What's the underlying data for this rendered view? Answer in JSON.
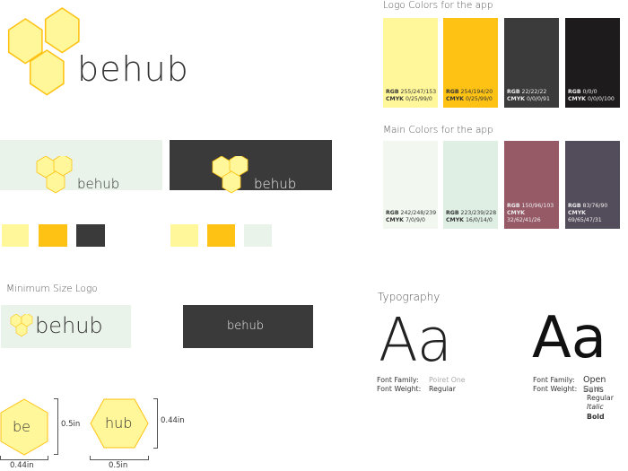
{
  "main_logo": {
    "word": "behub"
  },
  "logo_colors": {
    "title": "Logo Colors for the app",
    "swatches": [
      {
        "hex": "#FFF799",
        "rgb_label": "RGB",
        "rgb": "255/247/153",
        "cmyk_label": "CMYK",
        "cmyk": "0/25/99/0"
      },
      {
        "hex": "#FEC214",
        "rgb_label": "RGB",
        "rgb": "254/194/20",
        "cmyk_label": "CMYK",
        "cmyk": "0/25/99/0"
      },
      {
        "hex": "#161616",
        "rgb_label": "RGB",
        "rgb": "22/22/22",
        "cmyk_label": "CMYK",
        "cmyk": "0/0/0/91"
      },
      {
        "hex": "#000000",
        "rgb_label": "RGB",
        "rgb": "0/0/0",
        "cmyk_label": "CMYK",
        "cmyk": "0/0/0/100"
      }
    ]
  },
  "main_colors": {
    "title": "Main Colors for the app",
    "swatches": [
      {
        "hex": "#F2F8EF",
        "rgb_label": "RGB",
        "rgb": "242/248/239",
        "cmyk_label": "CMYK",
        "cmyk": "7/0/9/0"
      },
      {
        "hex": "#DFEFE4",
        "rgb_label": "RGB",
        "rgb": "223/239/228",
        "cmyk_label": "CMYK",
        "cmyk": "16/0/14/0"
      },
      {
        "hex": "#965A67",
        "rgb_label": "RGB",
        "rgb": "150/96/103",
        "cmyk_label": "CMYK",
        "cmyk": "32/62/41/26"
      },
      {
        "hex": "#534C5A",
        "rgb_label": "RGB",
        "rgb": "83/76/90",
        "cmyk_label": "CMYK",
        "cmyk": "69/65/47/31"
      }
    ]
  },
  "banners": {
    "light_word": "behub",
    "dark_word": "behub"
  },
  "minimum": {
    "title": "Minimum Size Logo",
    "light_word": "behub",
    "dark_word": "behub"
  },
  "hex_icons": {
    "be": "be",
    "hub": "hub",
    "height_be": "0.5in",
    "width_be": "0.44in",
    "height_hub": "0.44in",
    "width_hub": "0.5in"
  },
  "typography": {
    "title": "Typography",
    "left": {
      "sample": "Aa",
      "family_label": "Font Family:",
      "weight_label": "Font Weight:",
      "family": "Poiret One",
      "weight": "Regular"
    },
    "right": {
      "sample": "Aa",
      "family_label": "Font Family:",
      "weight_label": "Font Weight:",
      "family": "Open Sans",
      "weights": [
        "Light",
        "Regular",
        "Italic",
        "Bold"
      ]
    }
  },
  "colors": {
    "yellow": "#FFF799",
    "gold": "#FEC214",
    "dark": "#3A3A3A",
    "mint": "#EAF3EA"
  }
}
